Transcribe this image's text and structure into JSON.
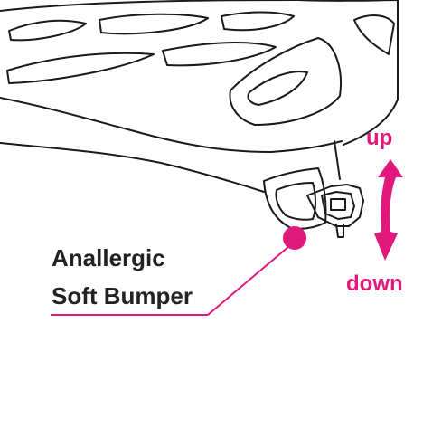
{
  "callout": {
    "line1": "Anallergic",
    "line2": "Soft Bumper"
  },
  "direction": {
    "up": "up",
    "down": "down"
  },
  "colors": {
    "accent": "#e0197c",
    "outline": "#1a1a1a",
    "text": "#222222"
  }
}
